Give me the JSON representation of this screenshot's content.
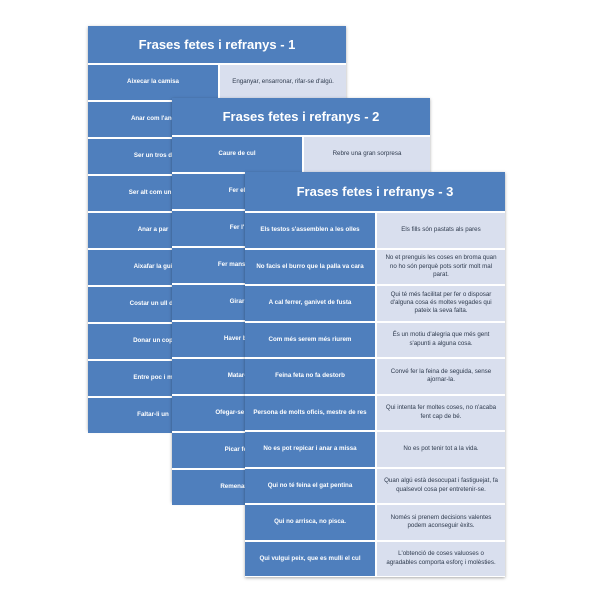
{
  "card1": {
    "title": "Frases fetes i refranys - 1",
    "rows": [
      {
        "left": "Aixecar la camisa",
        "right": "Enganyar, ensarronar, rifar-se d'algú."
      },
      {
        "left": "Anar com l'ane",
        "right": ""
      },
      {
        "left": "Ser un tros d",
        "right": ""
      },
      {
        "left": "Ser alt com un S",
        "right": ""
      },
      {
        "left": "Anar a par",
        "right": ""
      },
      {
        "left": "Aixafar la gui",
        "right": ""
      },
      {
        "left": "Costar un ull de",
        "right": ""
      },
      {
        "left": "Donar un cop",
        "right": ""
      },
      {
        "left": "Entre poc i m",
        "right": ""
      },
      {
        "left": "Faltar-li un",
        "right": ""
      }
    ]
  },
  "card2": {
    "title": "Frases fetes i refranys - 2",
    "rows": [
      {
        "left": "Caure de cul",
        "right": "Rebre una gran sorpresa"
      },
      {
        "left": "Fer el",
        "right": ""
      },
      {
        "left": "Fer l'",
        "right": ""
      },
      {
        "left": "Fer mans i m",
        "right": ""
      },
      {
        "left": "Girar",
        "right": ""
      },
      {
        "left": "Haver be",
        "right": ""
      },
      {
        "left": "Matar-",
        "right": ""
      },
      {
        "left": "Ofegar-se en u",
        "right": ""
      },
      {
        "left": "Picar fer",
        "right": ""
      },
      {
        "left": "Remenar le",
        "right": ""
      }
    ]
  },
  "card3": {
    "title": "Frases fetes i refranys - 3",
    "rows": [
      {
        "left": "Els testos s'assemblen a les olles",
        "right": "Els fills són pastats als pares"
      },
      {
        "left": "No facis el burro que la palla va cara",
        "right": "No et prenguis les coses en broma quan no ho són perquè pots sortir molt mal parat."
      },
      {
        "left": "A cal ferrer, ganivet de fusta",
        "right": "Qui té més facilitat per fer o disposar d'alguna cosa és moltes vegades qui pateix la seva falta."
      },
      {
        "left": "Com més serem més riurem",
        "right": "És un motiu d'alegria que més gent s'apunti a alguna cosa."
      },
      {
        "left": "Feina feta no fa destorb",
        "right": "Convé fer la feina de seguida, sense ajornar-la."
      },
      {
        "left": "Persona de molts oficis, mestre de res",
        "right": "Qui intenta fer moltes coses, no n'acaba fent cap de bé."
      },
      {
        "left": "No es pot repicar i anar a missa",
        "right": "No es pot tenir tot a la vida."
      },
      {
        "left": "Qui no té feina el gat pentina",
        "right": "Quan algú està desocupat i fastiguejat, fa qualsevol cosa per entretenir-se."
      },
      {
        "left": "Qui no arrisca, no pisca.",
        "right": "Només si prenem decisions valentes podem aconseguir èxits."
      },
      {
        "left": "Qui vulgui peix, que es mulli el cul",
        "right": "L'obtenció de coses valuoses o agradables comporta esforç i molèsties."
      }
    ]
  }
}
